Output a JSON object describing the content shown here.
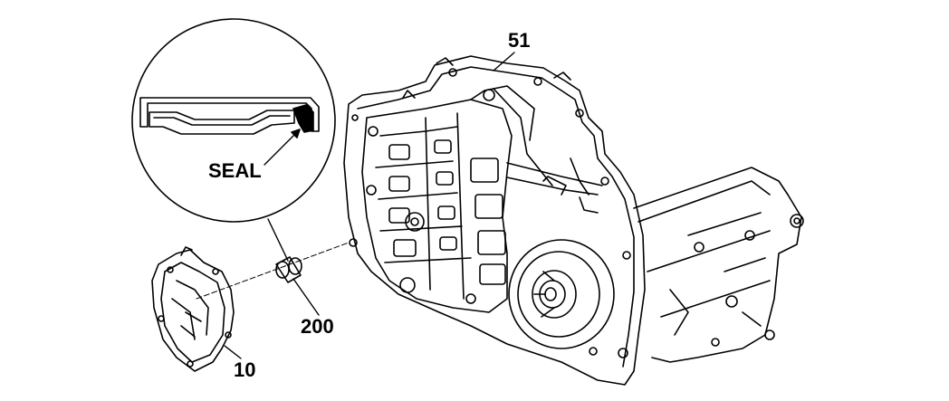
{
  "labels": {
    "case": "51",
    "seal": "SEAL",
    "bushing": "200",
    "cover": "10"
  }
}
